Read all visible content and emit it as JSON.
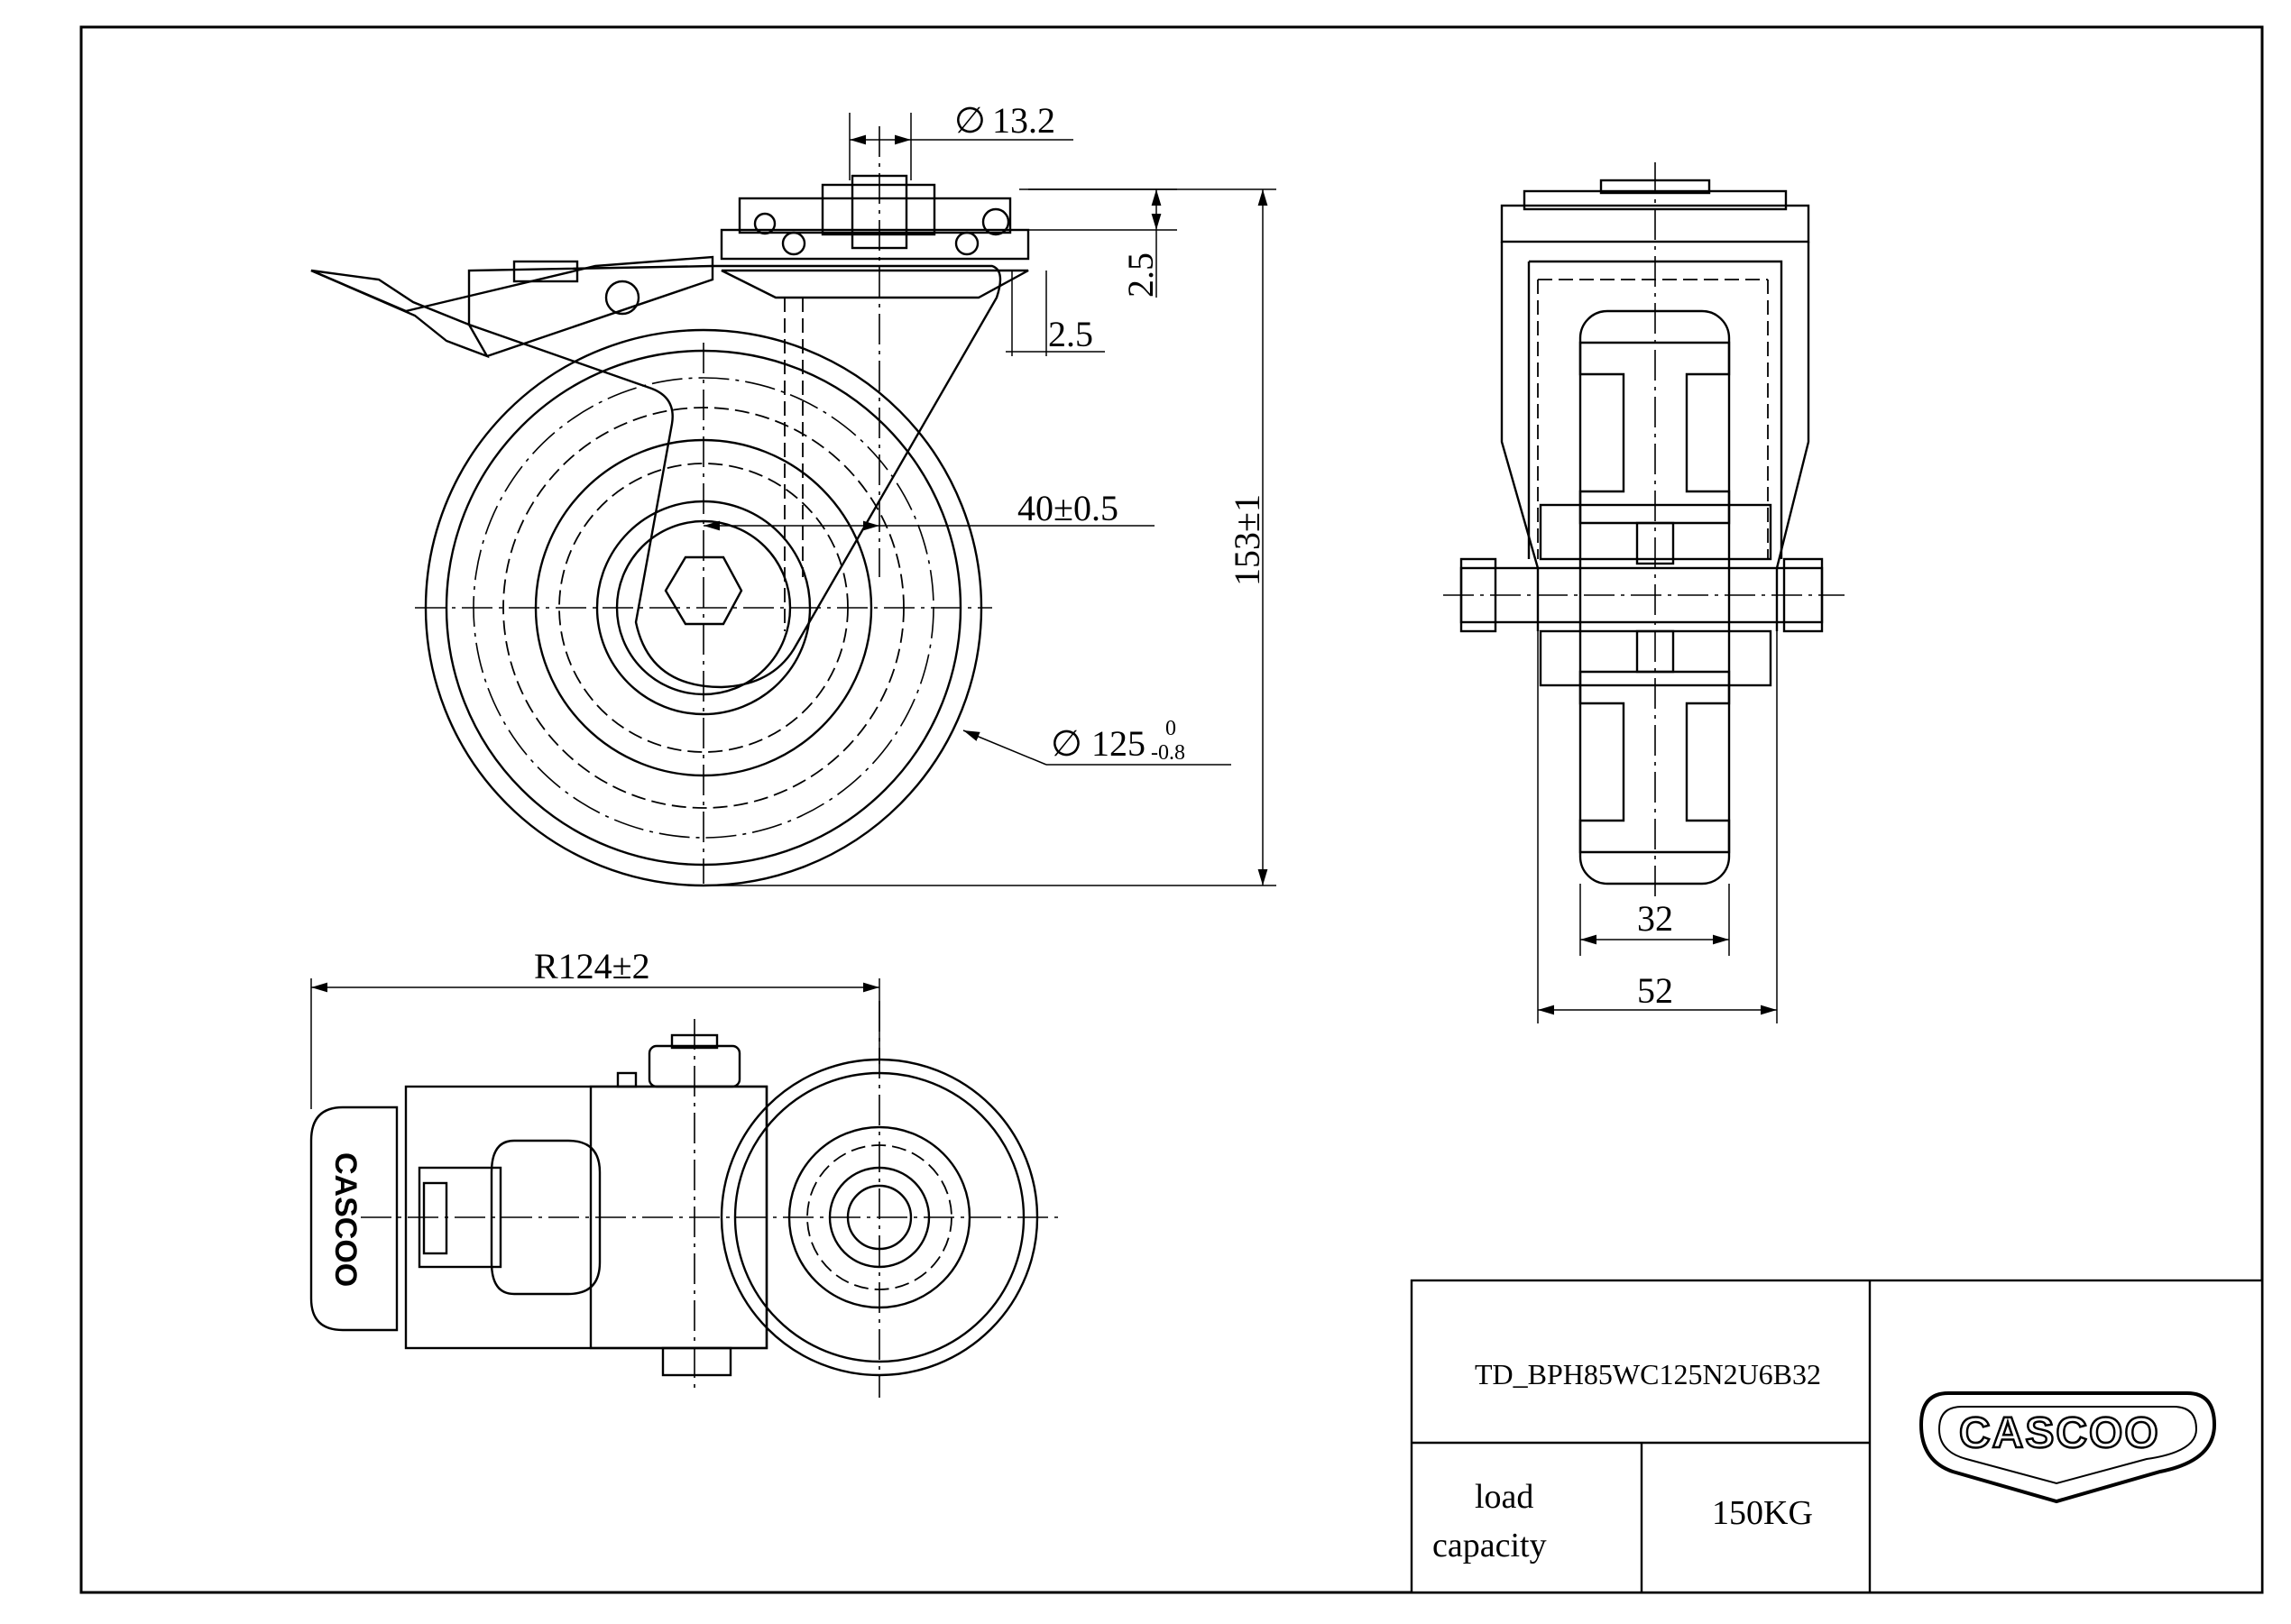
{
  "dimensions": {
    "stem_diameter": "13.2",
    "plate_thickness": "2.5",
    "plate_offset": "2.5",
    "swivel_offset": "40±0.5",
    "overall_height": "153±1",
    "wheel_diameter": "125",
    "wheel_tol_upper": "0",
    "wheel_tol_lower": "-0.8",
    "swivel_radius": "R124±2",
    "tread_width": "32",
    "wheel_width": "52"
  },
  "symbols": {
    "diameter": "∅"
  },
  "brake_pedal_logo": "CASCOO",
  "title_block": {
    "part_number": "TD_BPH85WC125N2U6B32",
    "load_label_line1": "load",
    "load_label_line2": "capacity",
    "load_value": "150KG",
    "logo_text": "CASCOO"
  }
}
